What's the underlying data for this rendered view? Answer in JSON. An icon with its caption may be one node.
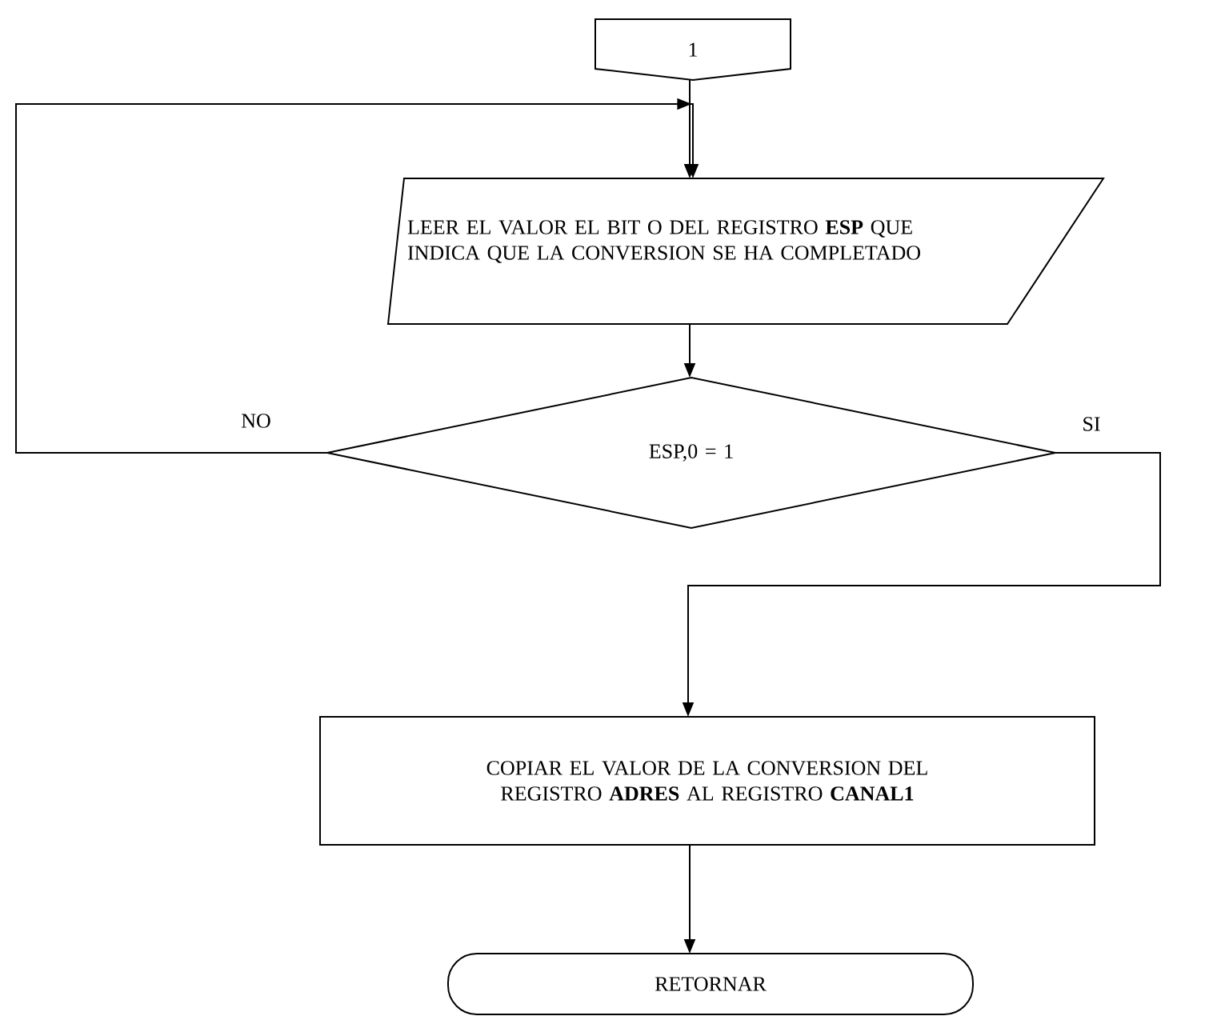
{
  "diagram": {
    "nodes": [
      {
        "text": [
          "1"
        ]
      },
      {
        "text": [
          "LEER EL VALOR EL BIT O DEL REGISTRO **ESP** QUE INDICA QUE LA CONVERSION SE HA COMPLETADO"
        ]
      },
      {
        "text": [
          "ESP,0 = 1"
        ]
      },
      {
        "text": [
          "COPIAR EL VALOR DE LA CONVERSION DEL REGISTRO **ADRES** AL REGISTRO **CANAL1**"
        ]
      },
      {
        "text": [
          "RETORNAR"
        ]
      }
    ],
    "edges": [
      {
        "from": 0,
        "to": 1,
        "arrow": "to"
      },
      {
        "from": 1,
        "to": 2,
        "arrow": "to"
      },
      {
        "from": 2,
        "to": 1,
        "arrow": "to",
        "label": "NO"
      },
      {
        "from": 2,
        "to": 3,
        "arrow": "to",
        "label": "SI"
      },
      {
        "from": 3,
        "to": 4,
        "arrow": "to"
      }
    ]
  }
}
